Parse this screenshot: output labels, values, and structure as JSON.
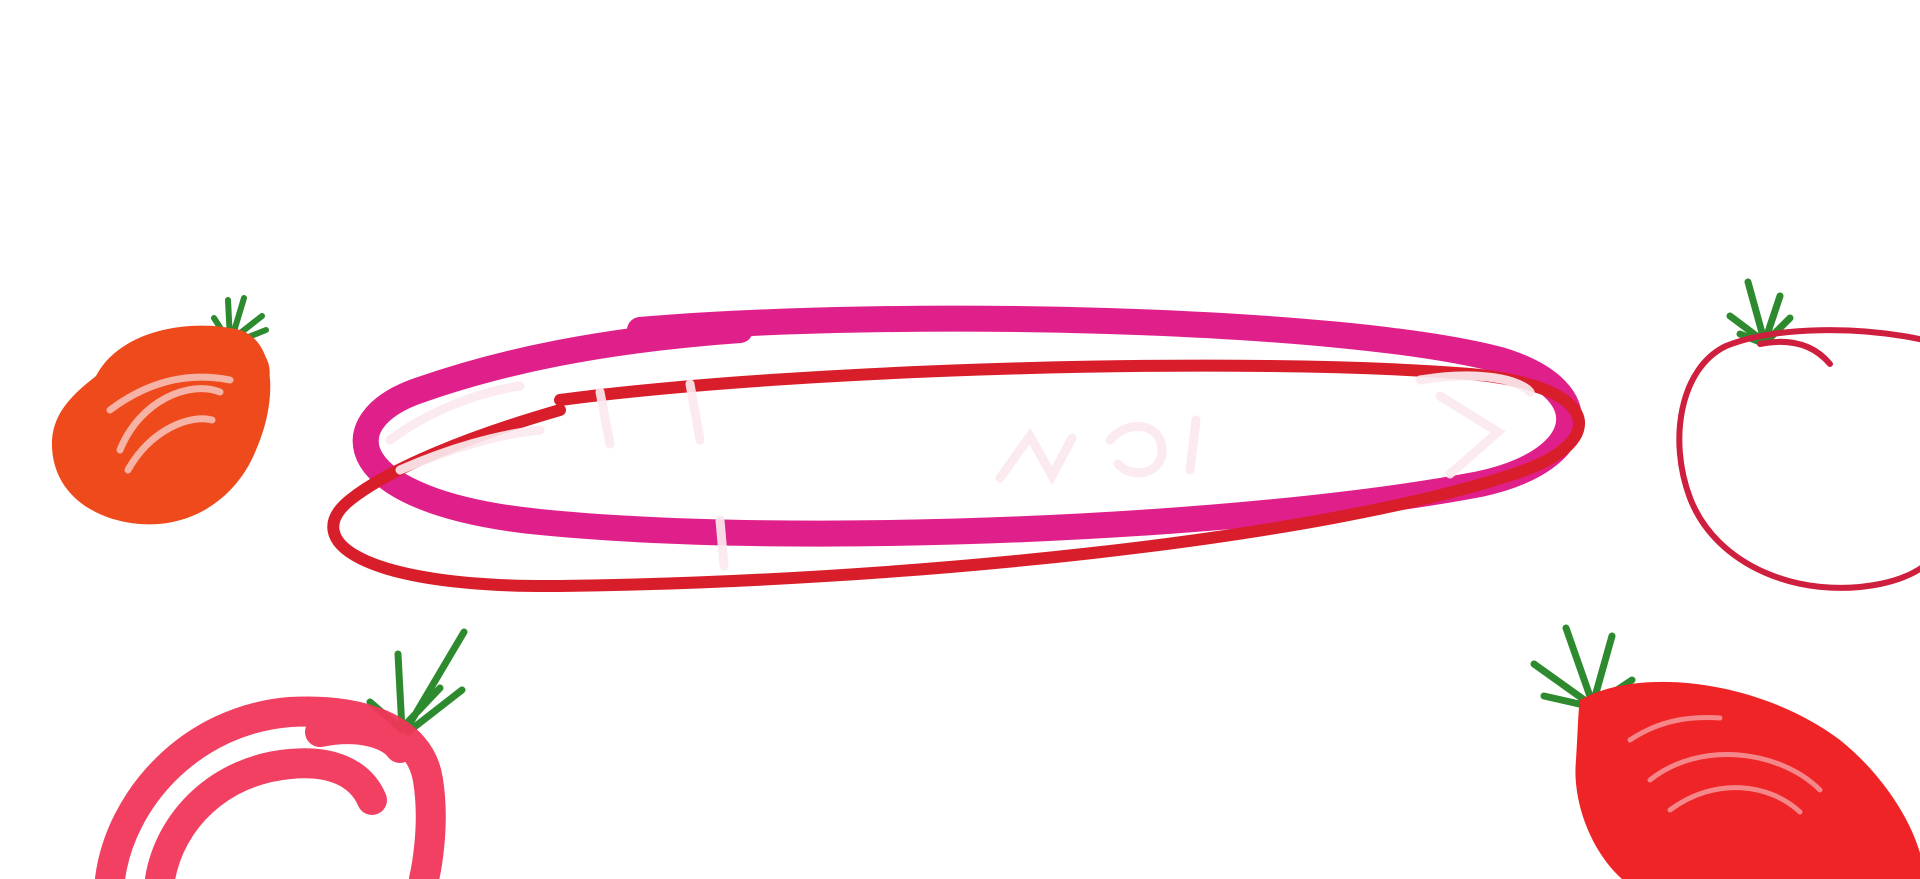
{
  "scene": {
    "background": "#ffffff",
    "text_visible": "none",
    "elements": [
      {
        "name": "orange-tomato",
        "fill": "#ee4a1c",
        "stem": "#2e8a2e"
      },
      {
        "name": "outline-tomato",
        "stroke": "#cf1f3e",
        "stem": "#2e8a2e"
      },
      {
        "name": "pink-tomato",
        "stroke": "#f0365a",
        "stem": "#2e8a2e"
      },
      {
        "name": "red-tomato",
        "fill": "#ef2427",
        "stem": "#2e8a2e"
      },
      {
        "name": "magenta-oval",
        "stroke": "#e0208a"
      },
      {
        "name": "red-oval",
        "stroke": "#d81e2a"
      },
      {
        "name": "white-scribble",
        "stroke": "#fbe9ee"
      }
    ]
  },
  "colors": {
    "orange": "#ee4a1c",
    "crimson": "#cf1f3e",
    "pink": "#f0365a",
    "red": "#ef2427",
    "magenta": "#e0208a",
    "stem_green": "#2e8a2e",
    "highlight": "#fbe9ee"
  }
}
